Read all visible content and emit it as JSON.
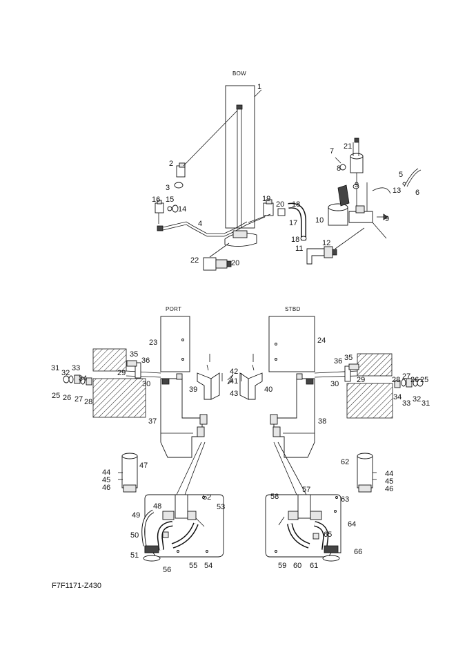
{
  "headings": {
    "bow": "BOW",
    "port": "PORT",
    "stbd": "STBD"
  },
  "drawing_code": "F7F1171-Z430",
  "callouts": [
    {
      "id": "c1",
      "text": "1"
    },
    {
      "id": "c2",
      "text": "2"
    },
    {
      "id": "c3",
      "text": "3"
    },
    {
      "id": "c4",
      "text": "4"
    },
    {
      "id": "c5",
      "text": "5"
    },
    {
      "id": "c6",
      "text": "6"
    },
    {
      "id": "c7",
      "text": "7"
    },
    {
      "id": "c8",
      "text": "8"
    },
    {
      "id": "c9a",
      "text": "9"
    },
    {
      "id": "c9b",
      "text": "9"
    },
    {
      "id": "c10",
      "text": "10"
    },
    {
      "id": "c11",
      "text": "11"
    },
    {
      "id": "c12",
      "text": "12"
    },
    {
      "id": "c13",
      "text": "13"
    },
    {
      "id": "c14",
      "text": "14"
    },
    {
      "id": "c15",
      "text": "15"
    },
    {
      "id": "c16",
      "text": "16"
    },
    {
      "id": "c17",
      "text": "17"
    },
    {
      "id": "c18a",
      "text": "18"
    },
    {
      "id": "c18b",
      "text": "18"
    },
    {
      "id": "c19",
      "text": "19"
    },
    {
      "id": "c20a",
      "text": "20"
    },
    {
      "id": "c20b",
      "text": "20"
    },
    {
      "id": "c21",
      "text": "21"
    },
    {
      "id": "c22",
      "text": "22"
    },
    {
      "id": "c23",
      "text": "23"
    },
    {
      "id": "c24",
      "text": "24"
    },
    {
      "id": "c25a",
      "text": "25"
    },
    {
      "id": "c25b",
      "text": "25"
    },
    {
      "id": "c26a",
      "text": "26"
    },
    {
      "id": "c26b",
      "text": "26"
    },
    {
      "id": "c27a",
      "text": "27"
    },
    {
      "id": "c27b",
      "text": "27"
    },
    {
      "id": "c28a",
      "text": "28"
    },
    {
      "id": "c28b",
      "text": "28"
    },
    {
      "id": "c29a",
      "text": "29"
    },
    {
      "id": "c29b",
      "text": "29"
    },
    {
      "id": "c30a",
      "text": "30"
    },
    {
      "id": "c30b",
      "text": "30"
    },
    {
      "id": "c31a",
      "text": "31"
    },
    {
      "id": "c31b",
      "text": "31"
    },
    {
      "id": "c32a",
      "text": "32"
    },
    {
      "id": "c32b",
      "text": "32"
    },
    {
      "id": "c33a",
      "text": "33"
    },
    {
      "id": "c33b",
      "text": "33"
    },
    {
      "id": "c34a",
      "text": "34"
    },
    {
      "id": "c34b",
      "text": "34"
    },
    {
      "id": "c35a",
      "text": "35"
    },
    {
      "id": "c35b",
      "text": "35"
    },
    {
      "id": "c36a",
      "text": "36"
    },
    {
      "id": "c36b",
      "text": "36"
    },
    {
      "id": "c37",
      "text": "37"
    },
    {
      "id": "c38",
      "text": "38"
    },
    {
      "id": "c39",
      "text": "39"
    },
    {
      "id": "c40",
      "text": "40"
    },
    {
      "id": "c41",
      "text": "41"
    },
    {
      "id": "c42",
      "text": "42"
    },
    {
      "id": "c43",
      "text": "43"
    },
    {
      "id": "c44a",
      "text": "44"
    },
    {
      "id": "c44b",
      "text": "44"
    },
    {
      "id": "c45a",
      "text": "45"
    },
    {
      "id": "c45b",
      "text": "45"
    },
    {
      "id": "c46a",
      "text": "46"
    },
    {
      "id": "c46b",
      "text": "46"
    },
    {
      "id": "c47",
      "text": "47"
    },
    {
      "id": "c48",
      "text": "48"
    },
    {
      "id": "c49",
      "text": "49"
    },
    {
      "id": "c50",
      "text": "50"
    },
    {
      "id": "c51",
      "text": "51"
    },
    {
      "id": "c52",
      "text": "52"
    },
    {
      "id": "c53",
      "text": "53"
    },
    {
      "id": "c54",
      "text": "54"
    },
    {
      "id": "c55",
      "text": "55"
    },
    {
      "id": "c56",
      "text": "56"
    },
    {
      "id": "c57",
      "text": "57"
    },
    {
      "id": "c58",
      "text": "58"
    },
    {
      "id": "c59",
      "text": "59"
    },
    {
      "id": "c60",
      "text": "60"
    },
    {
      "id": "c61",
      "text": "61"
    },
    {
      "id": "c62",
      "text": "62"
    },
    {
      "id": "c63",
      "text": "63"
    },
    {
      "id": "c64",
      "text": "64"
    },
    {
      "id": "c65",
      "text": "65"
    },
    {
      "id": "c66",
      "text": "66"
    }
  ]
}
